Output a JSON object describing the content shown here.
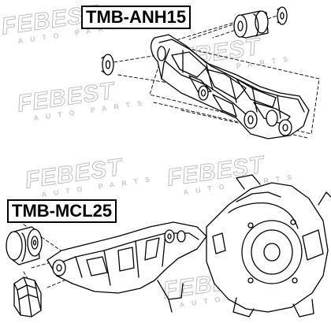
{
  "watermark": {
    "name": "FEBEST",
    "sub": "AUTO PARTS"
  },
  "labels": {
    "top": "TMB-ANH15",
    "bottom": "TMB-MCL25"
  },
  "colors": {
    "line": "#000000",
    "watermark": "#cfcfcf",
    "background": "#ffffff"
  }
}
